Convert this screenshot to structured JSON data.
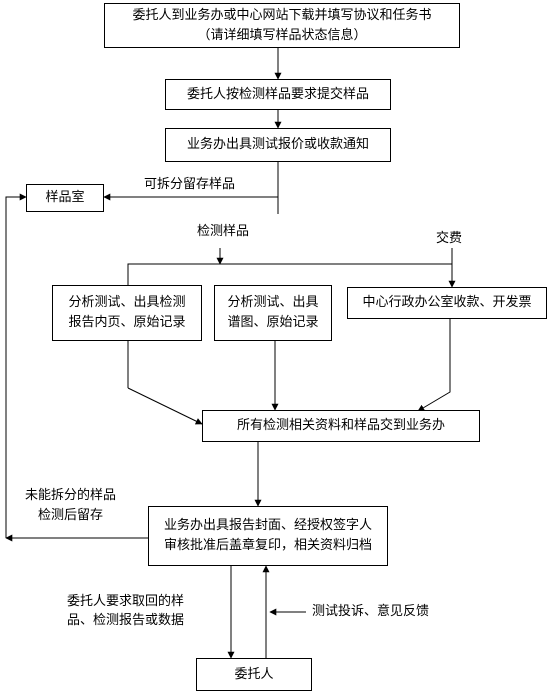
{
  "nodes": {
    "download": {
      "line1": "委托人到业务办或中心网站下载并填写协议和任务书",
      "line2": "（请详细填写样品状态信息）"
    },
    "submit": {
      "text": "委托人按检测样品要求提交样品"
    },
    "quote": {
      "text": "业务办出具测试报价或收款通知"
    },
    "sample_room": {
      "text": "样品室"
    },
    "analysis_report": {
      "line1": "分析测试、出具检测",
      "line2": "报告内页、原始记录"
    },
    "analysis_spectrum": {
      "line1": "分析测试、出具",
      "line2": "谱图、原始记录"
    },
    "finance": {
      "text": "中心行政办公室收款、开发票"
    },
    "collect": {
      "text": "所有检测相关资料和样品交到业务办"
    },
    "issue_report": {
      "line1": "业务办出具报告封面、经授权签字人",
      "line2": "审核批准后盖章复印，相关资料归档"
    },
    "client": {
      "text": "委托人"
    }
  },
  "labels": {
    "split_keep": "可拆分留存样品",
    "test_sample": "检测样品",
    "pay": "交费",
    "unsplit_line1": "未能拆分的样品",
    "unsplit_line2": "检测后留存",
    "retrieve_line1": "委托人要求取回的样",
    "retrieve_line2": "品、检测报告或数据",
    "feedback": "测试投诉、意见反馈"
  }
}
